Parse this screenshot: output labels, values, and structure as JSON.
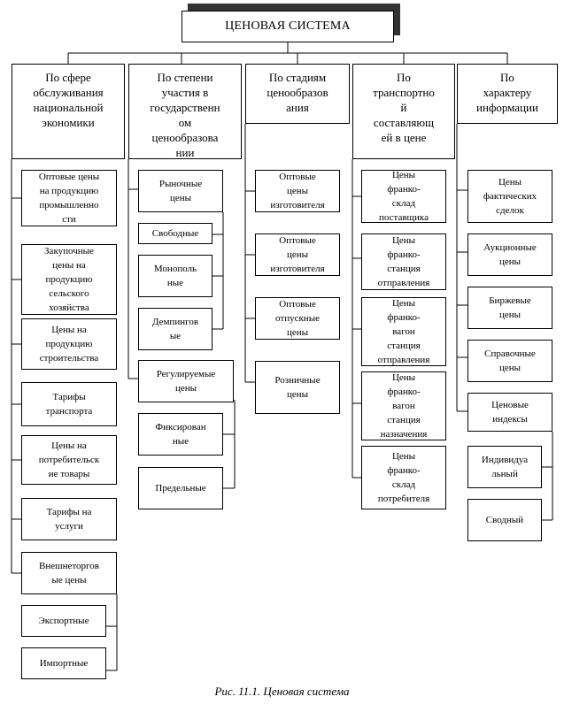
{
  "title": "ЦЕНОВАЯ СИСТЕМА",
  "caption": "Рис. 11.1. Ценовая система",
  "columns": [
    {
      "header": "По сфере\nобслуживания\nнациональной\nэкономики",
      "items": [
        "Оптовые цены\nна продукцию\nпромышленно\nсти",
        "Закупочные\nцены на\nпродукцию\nсельского\nхозяйства",
        "Цены на\nпродукцию\nстроительства",
        "Тарифы\nтранспорта",
        "Цены на\nпотребительск\nие товары",
        "Тарифы на\nуслуги",
        "Внешнеторгов\nые цены"
      ],
      "subitems": [
        "Экспортные",
        "Импортные"
      ]
    },
    {
      "header": "По степени\nучастия в\nгосударственн\nом\nценообразова\nнии",
      "items": [
        "Рыночные\nцены",
        "Регулируемые\nцены"
      ],
      "market_subitems": [
        "Свободные",
        "Монополь\nные",
        "Демпингов\nые"
      ],
      "regulated_subitems": [
        "Фиксирован\nные",
        "Предельные"
      ]
    },
    {
      "header": "По стадиям\nценообразов\nания",
      "items": [
        "Оптовые\nцены\nизготовителя",
        "Оптовые\nцены\nизготовителя",
        "Оптовые\nотпускные\nцены",
        "Розничные\nцены"
      ]
    },
    {
      "header": "По\nтранспортно\nй\nсоставляющ\nей в цене",
      "items": [
        "Цены\nфранко-\nсклад\nпоставщика",
        "Цены\nфранко-\nстанция\nотправления",
        "Цены\nфранко-\nвагон\nстанция\nотправления",
        "Цены\nфранко-\nвагон\nстанция\nназначения",
        "Цены\nфранко-\nсклад\nпотребителя"
      ]
    },
    {
      "header": "По\nхарактеру\nинформации",
      "items": [
        "Цены\nфактических\nсделок",
        "Аукционные\nцены",
        "Биржевые\nцены",
        "Справочные\nцены",
        "Ценовые\nиндексы"
      ],
      "index_subitems": [
        "Индивидуа\nльный",
        "Сводный"
      ]
    }
  ]
}
